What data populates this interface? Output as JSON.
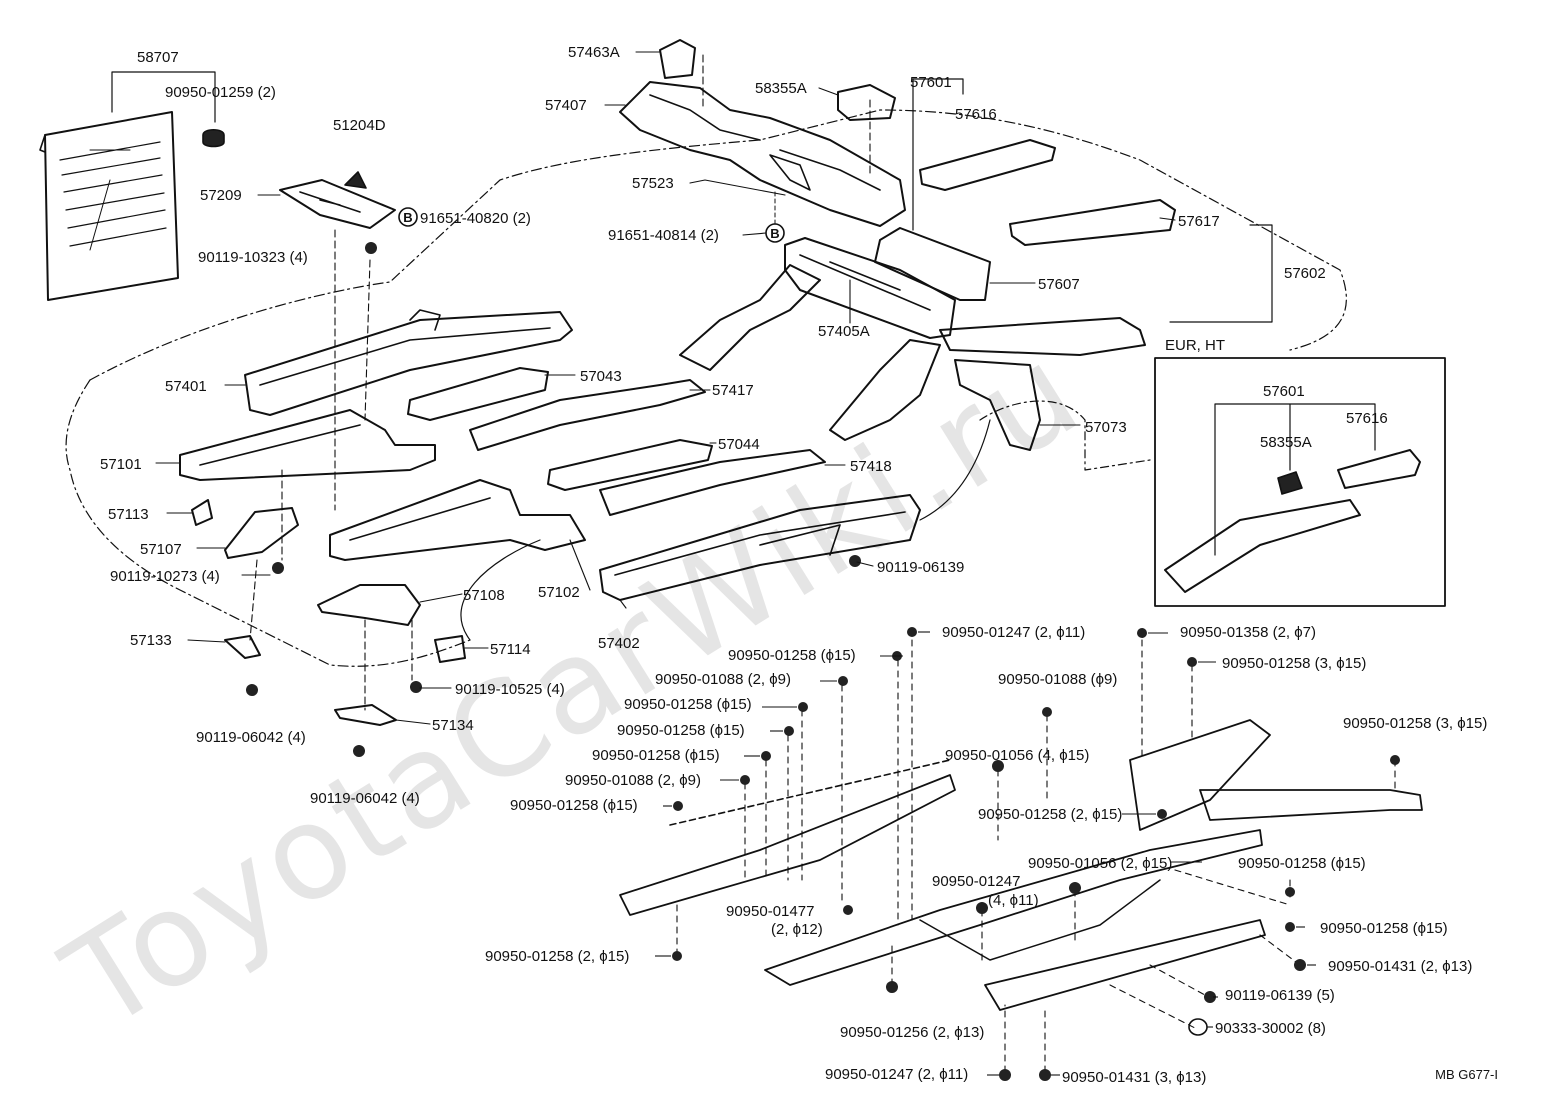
{
  "watermark": "ToyotaCarWiki.ru",
  "diagram_code": "MB G677-I",
  "inset_label": "EUR, HT",
  "callouts": {
    "p58707": "58707",
    "p9095001259": "90950-01259 (2)",
    "p51204D": "51204D",
    "p57209": "57209",
    "p91651_40820": "91651-40820 (2)",
    "p90119_10323": "90119-10323 (4)",
    "p57463A": "57463A",
    "p57407": "57407",
    "p58355A": "58355A",
    "p57601": "57601",
    "p57616": "57616",
    "p57523": "57523",
    "p91651_40814": "91651-40814 (2)",
    "p57617": "57617",
    "p57602": "57602",
    "p57607": "57607",
    "p57405A": "57405A",
    "p57401": "57401",
    "p57043": "57043",
    "p57417": "57417",
    "p57101": "57101",
    "p57044": "57044",
    "p57418": "57418",
    "p57073": "57073",
    "p57113": "57113",
    "p57107": "57107",
    "p90119_10273": "90119-10273 (4)",
    "p90119_06139a": "90119-06139",
    "p57102": "57102",
    "p57108": "57108",
    "p57133": "57133",
    "p57402": "57402",
    "p57114": "57114",
    "p90119_10525": "90119-10525 (4)",
    "p90119_06042a": "90119-06042 (4)",
    "p57134": "57134",
    "p90119_06042b": "90119-06042 (4)",
    "inset_57601": "57601",
    "inset_57616": "57616",
    "inset_58355A": "58355A",
    "p9095001247a": "90950-01247 (2, ϕ11)",
    "p9095001358": "90950-01358 (2, ϕ7)",
    "p9095001258a": "90950-01258 (ϕ15)",
    "p9095001258b": "90950-01258 (3, ϕ15)",
    "p9095001088a": "90950-01088 (2, ϕ9)",
    "p9095001088b": "90950-01088 (ϕ9)",
    "p9095001258c": "90950-01258 (ϕ15)",
    "p9095001258d": "90950-01258 (ϕ15)",
    "p9095001258e": "90950-01258 (ϕ15)",
    "p9095001258f": "90950-01258 (3, ϕ15)",
    "p9095001056a": "90950-01056 (4, ϕ15)",
    "p9095001088c": "90950-01088 (2, ϕ9)",
    "p9095001258g": "90950-01258 (ϕ15)",
    "p9095001258h": "90950-01258 (2, ϕ15)",
    "p9095001056b": "90950-01056 (2, ϕ15)",
    "p9095001258i": "90950-01258 (ϕ15)",
    "p9095001247b1": "90950-01247",
    "p9095001247b2": "(4, ϕ11)",
    "p9095001477_1": "90950-01477",
    "p9095001477_2": "(2, ϕ12)",
    "p9095001258j": "90950-01258 (ϕ15)",
    "p9095001258k": "90950-01258 (2, ϕ15)",
    "p9095001431a": "90950-01431 (2, ϕ13)",
    "p90119_06139b": "90119-06139 (5)",
    "p90333_30002": "90333-30002 (8)",
    "p9095001256": "90950-01256 (2, ϕ13)",
    "p9095001247c": "90950-01247 (2, ϕ11)",
    "p9095001431b": "90950-01431 (3, ϕ13)"
  }
}
